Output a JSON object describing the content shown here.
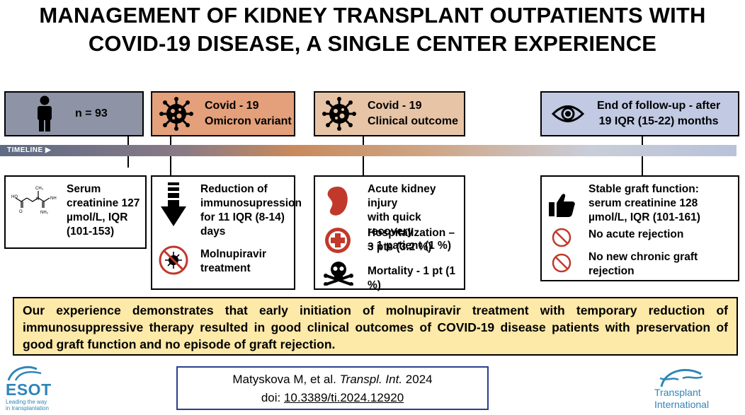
{
  "title": {
    "line1": "MANAGEMENT OF KIDNEY TRANSPLANT OUTPATIENTS WITH",
    "line2": "COVID-19 DISEASE, A SINGLE CENTER EXPERIENCE"
  },
  "colors": {
    "box1": "#8e94a6",
    "box2": "#e3a07a",
    "box3": "#e7c4a6",
    "box4": "#c1c9e3",
    "conclusion_bg": "#fde9a8",
    "citation_border": "#2b3f8f",
    "kidney": "#c0392b"
  },
  "timeline": {
    "label": "TIMELINE ▶"
  },
  "stages": [
    {
      "header": [
        "n = 93"
      ],
      "icon": "person-icon"
    },
    {
      "header": [
        "Covid - 19",
        "Omicron variant"
      ],
      "icon": "virus-icon"
    },
    {
      "header": [
        "Covid - 19",
        "Clinical outcome"
      ],
      "icon": "virus-icon"
    },
    {
      "header": [
        "End of follow-up - after",
        "19 IQR (15-22) months"
      ],
      "icon": "eye-icon"
    }
  ],
  "details": {
    "col1": {
      "text": [
        "Serum",
        "creatinine 127",
        "µmol/L, IQR",
        "(101-153)"
      ],
      "icon": "creatinine-molecule-icon"
    },
    "col2": {
      "items": [
        {
          "text": [
            "Reduction of",
            "immunosupression",
            "for 11 IQR (8-14)",
            "days"
          ],
          "icon": "down-arrow-icon"
        },
        {
          "text": [
            "Molnupiravir",
            "treatment"
          ],
          "icon": "no-virus-icon"
        }
      ]
    },
    "col3": {
      "items": [
        {
          "text": [
            "Acute kidney injury",
            "with quick recovery",
            "– 1 patient (1 %)"
          ],
          "icon": "kidney-icon"
        },
        {
          "text": [
            "Hospitalization –",
            "3 pts (3.2 %)"
          ],
          "icon": "medical-cross-icon"
        },
        {
          "text": [
            "Mortality - 1 pt (1 %)"
          ],
          "icon": "skull-icon"
        }
      ]
    },
    "col4": {
      "items": [
        {
          "text": [
            "Stable graft function:",
            "serum creatinine 128",
            "µmol/L, IQR (101-161)"
          ],
          "icon": "thumbs-up-icon"
        },
        {
          "text": [
            "No acute rejection"
          ],
          "icon": "prohibited-icon"
        },
        {
          "text": [
            "No new chronic graft",
            "rejection"
          ],
          "icon": "prohibited-icon"
        }
      ]
    }
  },
  "conclusion": "Our experience demonstrates that early initiation of molnupiravir treatment with temporary reduction of immunosuppressive therapy resulted in good clinical outcomes of COVID-19 disease patients with preservation of good graft function and no episode of graft rejection.",
  "citation": {
    "authors": "Matyskova M, et al. ",
    "journal": "Transpl. Int.",
    "year": " 2024",
    "doi_label": "doi: ",
    "doi": "10.3389/ti.2024.12920"
  },
  "logos": {
    "left": {
      "name": "ESOT",
      "tagline1": "Leading the way",
      "tagline2": "in transplantation"
    },
    "right": {
      "line1": "Transplant",
      "line2": "International"
    }
  }
}
